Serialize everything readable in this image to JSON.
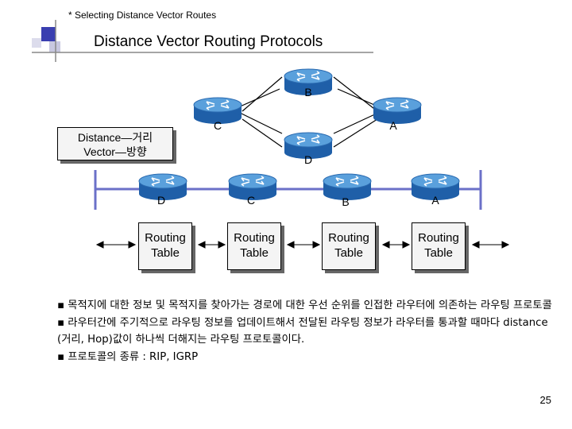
{
  "slide": {
    "breadcrumb": "* Selecting Distance Vector Routes",
    "title": "Distance Vector Routing Protocols",
    "concept_line1": "Distance—거리",
    "concept_line2": "Vector—방향",
    "page_number": "25"
  },
  "topology": {
    "router_labels": [
      "B",
      "C",
      "A",
      "D"
    ]
  },
  "segment": {
    "router_labels": [
      "D",
      "C",
      "B",
      "A"
    ],
    "table_line1": "Routing",
    "table_line2": "Table"
  },
  "bullets": [
    "▪ 목적지에 대한 정보 및 목적지를 찾아가는 경로에 대한 우선 순위를 인접한 라우터에 의존하는 라우팅 프로토콜",
    "▪ 라우터간에 주기적으로 라우팅 정보를 업데이트해서 전달된 라우팅 정보가 라우터를 통과할 때마다 distance (거리, Hop)값이 하나씩 더해지는 라우팅 프로토콜이다.",
    "▪ 프로토콜의 종류 : RIP, IGRP"
  ],
  "colors": {
    "router_top": "#5aa0dc",
    "router_side": "#1f5fa8",
    "link_line": "#6b70c8",
    "corner_square": "#3a3fb0"
  }
}
